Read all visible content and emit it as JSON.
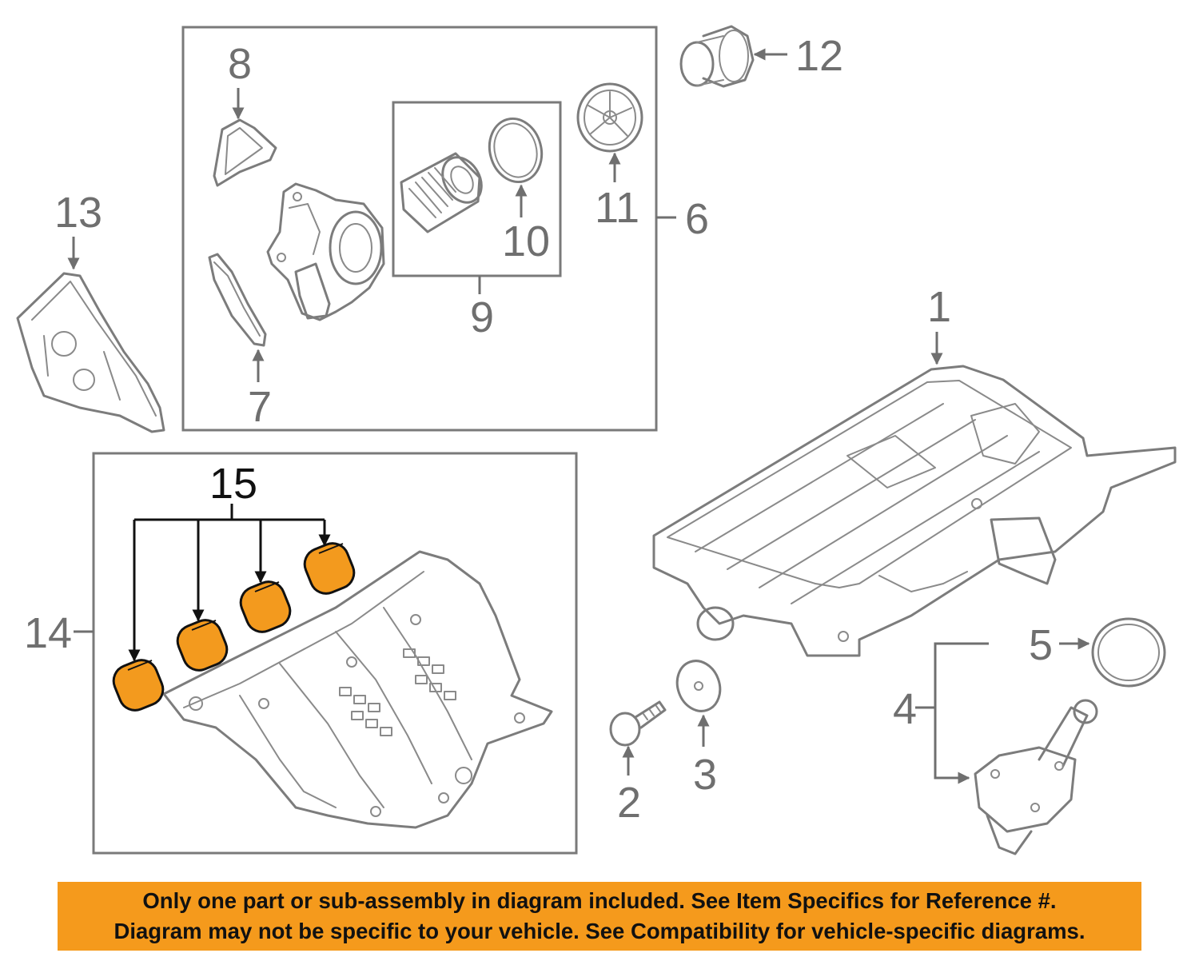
{
  "callouts": {
    "c1": "1",
    "c2": "2",
    "c3": "3",
    "c4": "4",
    "c5": "5",
    "c6": "6",
    "c7": "7",
    "c8": "8",
    "c9": "9",
    "c10": "10",
    "c11": "11",
    "c12": "12",
    "c13": "13",
    "c14": "14",
    "c15": "15"
  },
  "disclaimer": {
    "line1": "Only one part or sub-assembly in diagram included. See Item Specifics for Reference #.",
    "line2": "Diagram may not be specific to your vehicle. See Compatibility for vehicle-specific diagrams."
  },
  "colors": {
    "highlight": "#f39a1e",
    "banner": "#f59a1c",
    "line": "#7c7c7c"
  }
}
